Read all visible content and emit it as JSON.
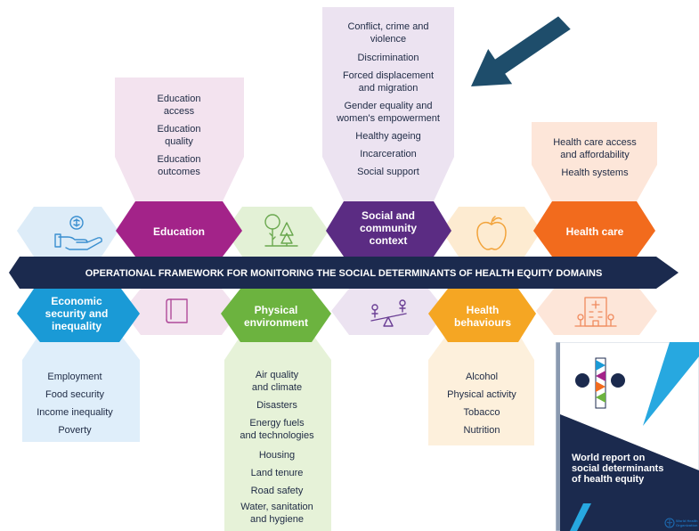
{
  "banner": "OPERATIONAL FRAMEWORK FOR MONITORING THE SOCIAL DETERMINANTS OF HEALTH EQUITY DOMAINS",
  "domains": {
    "education": {
      "title": [
        "Education"
      ],
      "items": [
        [
          "Education",
          "access"
        ],
        [
          "Education",
          "quality"
        ],
        [
          "Education",
          "outcomes"
        ]
      ]
    },
    "social": {
      "title": [
        "Social and",
        "community",
        "context"
      ],
      "items": [
        [
          "Conflict, crime and",
          "violence"
        ],
        [
          "Discrimination"
        ],
        [
          "Forced displacement",
          "and migration"
        ],
        [
          "Gender equality and",
          "women's empowerment"
        ],
        [
          "Healthy ageing"
        ],
        [
          "Incarceration"
        ],
        [
          "Social support"
        ]
      ]
    },
    "health_care": {
      "title": [
        "Health care"
      ],
      "items": [
        [
          "Health care access",
          "and affordability"
        ],
        [
          "Health systems"
        ]
      ]
    },
    "economic": {
      "title": [
        "Economic",
        "security and",
        "inequality"
      ],
      "items": [
        [
          "Employment"
        ],
        [
          "Food security"
        ],
        [
          "Income inequality"
        ],
        [
          "Poverty"
        ]
      ]
    },
    "physical": {
      "title": [
        "Physical",
        "environment"
      ],
      "items": [
        [
          "Air quality",
          "and climate"
        ],
        [
          "Disasters"
        ],
        [
          "Energy fuels",
          "and technologies"
        ],
        [
          "Housing"
        ],
        [
          "Land tenure"
        ],
        [
          "Road safety"
        ],
        [
          "Water, sanitation",
          "and hygiene"
        ]
      ]
    },
    "behaviours": {
      "title": [
        "Health",
        "behaviours"
      ],
      "items": [
        [
          "Alcohol"
        ],
        [
          "Physical activity"
        ],
        [
          "Tobacco"
        ],
        [
          "Nutrition"
        ]
      ]
    }
  },
  "cover": {
    "title": [
      "World report on",
      "social determinants",
      "of health equity"
    ],
    "publisher": [
      "World Health",
      "Organization"
    ]
  },
  "icons": {
    "money_hand": "money-hand-icon",
    "trees": "trees-icon",
    "apple": "apple-icon",
    "book": "book-icon",
    "seesaw": "seesaw-icon",
    "hospital": "hospital-icon",
    "arrow": "arrow-icon"
  },
  "colors": {
    "banner": "#1b2a4e",
    "education": "#a32389",
    "social": "#5b2c83",
    "health_care": "#f26b1d",
    "economic": "#1a9ad6",
    "physical": "#6cb33f",
    "behaviours": "#f5a623",
    "arrow": "#1e4d6b"
  }
}
